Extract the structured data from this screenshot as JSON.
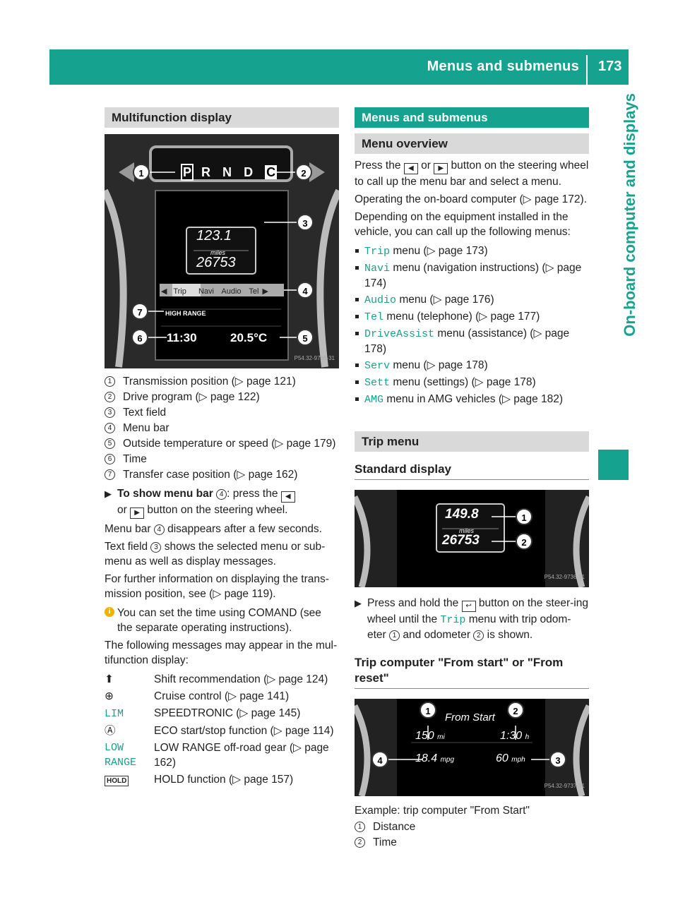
{
  "header": {
    "title": "Menus and submenus",
    "page_number": "173"
  },
  "side_tab": "On-board computer and displays",
  "left": {
    "heading": "Multifunction display",
    "figure": {
      "gear_letters": [
        "P",
        "R",
        "N",
        "D"
      ],
      "program": "C",
      "trip_value": "123.1",
      "trip_unit": "miles",
      "odometer": "26753",
      "menu_tabs": [
        "Trip",
        "Navi",
        "Audio",
        "Tel"
      ],
      "high_range": "HIGH RANGE",
      "time": "11:30",
      "temp": "20.5°C",
      "callouts": [
        "1",
        "2",
        "3",
        "4",
        "5",
        "6",
        "7"
      ],
      "code": "P54.32-9766-31"
    },
    "legend": [
      {
        "n": "1",
        "text": "Transmission position (▷ page 121)"
      },
      {
        "n": "2",
        "text": "Drive program (▷ page 122)"
      },
      {
        "n": "3",
        "text": "Text field"
      },
      {
        "n": "4",
        "text": "Menu bar"
      },
      {
        "n": "5",
        "text": "Outside temperature or speed (▷ page 179)"
      },
      {
        "n": "6",
        "text": "Time"
      },
      {
        "n": "7",
        "text": "Transfer case position (▷ page 162)"
      }
    ],
    "step": {
      "bold": "To show menu bar",
      "num": "4",
      "t1": ": press the",
      "t2": "or",
      "t3": "button on the steering wheel."
    },
    "para1": {
      "a": "Menu bar",
      "n": "4",
      "b": "disappears after a few seconds."
    },
    "para2": {
      "a": "Text field",
      "n": "3",
      "b": "shows the selected menu or sub-menu as well as display messages."
    },
    "para3": "For further information on displaying the trans-mission position, see (▷ page 119).",
    "info": "You can set the time using COMAND (see the separate operating instructions).",
    "para4": "The following messages may appear in the mul-tifunction display:",
    "messages": [
      {
        "sym": "⬆",
        "text": "Shift recommendation (▷ page 124)"
      },
      {
        "sym": "⊕",
        "text": "Cruise control (▷ page 141)"
      },
      {
        "sym": "LIM",
        "text": "SPEEDTRONIC (▷ page 145)"
      },
      {
        "sym": "Ⓐ",
        "text": "ECO start/stop function (▷ page 114)"
      },
      {
        "sym": "LOW RANGE",
        "text": "LOW RANGE off-road gear (▷ page 162)"
      },
      {
        "sym": "HOLD",
        "text": "HOLD function (▷ page 157)"
      }
    ]
  },
  "right": {
    "heading": "Menus and submenus",
    "subheading": "Menu overview",
    "p1": {
      "a": "Press the",
      "b": "or",
      "c": "button on the steering wheel to call up the menu bar and select a menu."
    },
    "p2": "Operating the on-board computer (▷ page 172).",
    "p3": "Depending on the equipment installed in the vehicle, you can call up the following menus:",
    "menus": [
      {
        "name": "Trip",
        "text": "menu (▷ page 173)"
      },
      {
        "name": "Navi",
        "text": "menu (navigation instructions) (▷ page 174)"
      },
      {
        "name": "Audio",
        "text": "menu (▷ page 176)"
      },
      {
        "name": "Tel",
        "text": "menu (telephone) (▷ page 177)"
      },
      {
        "name": "DriveAssist",
        "text": "menu (assistance) (▷ page 178)"
      },
      {
        "name": "Serv",
        "text": "menu (▷ page 178)"
      },
      {
        "name": "Sett",
        "text": "menu (settings) (▷ page 178)"
      },
      {
        "name": "AMG",
        "text": "menu in AMG vehicles (▷ page 182)"
      }
    ],
    "trip_heading": "Trip menu",
    "standard_heading": "Standard display",
    "fig2": {
      "value": "149.8",
      "unit": "miles",
      "odometer": "26753",
      "callouts": [
        "1",
        "2"
      ],
      "code": "P54.32-9736-31"
    },
    "step2": {
      "a": "Press and hold the",
      "b": "button on the steer-ing wheel until the",
      "menu": "Trip",
      "c": "menu with trip odom-eter",
      "n1": "1",
      "d": "and odometer",
      "n2": "2",
      "e": "is shown."
    },
    "trip_computer_heading": "Trip computer \"From start\" or \"From reset\"",
    "fig3": {
      "title": "From Start",
      "distance": "150",
      "distance_unit": "mi",
      "time": "1:30",
      "time_unit": "h",
      "consumption": "18.4",
      "consumption_unit": "mpg",
      "speed": "60",
      "speed_unit": "mph",
      "callouts": [
        "1",
        "2",
        "3",
        "4"
      ],
      "code": "P54.32-9737-31"
    },
    "example": "Example: trip computer \"From Start\"",
    "legend3": [
      {
        "n": "1",
        "text": "Distance"
      },
      {
        "n": "2",
        "text": "Time"
      }
    ]
  }
}
